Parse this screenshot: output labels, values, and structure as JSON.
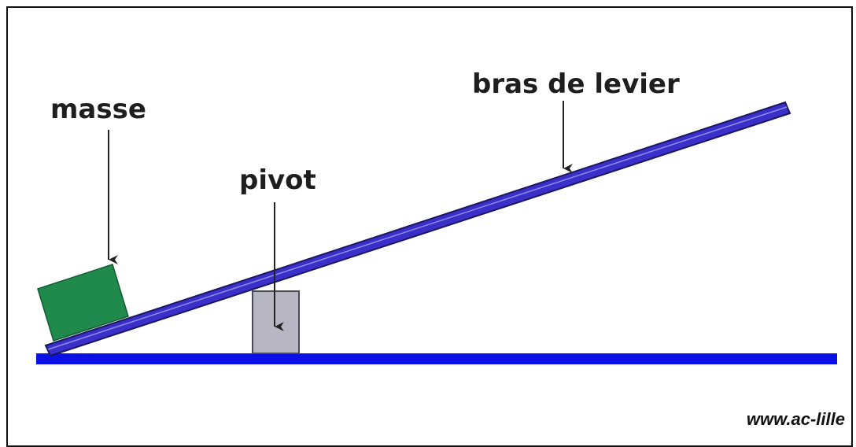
{
  "labels": {
    "mass": "masse",
    "pivot": "pivot",
    "lever_arm": "bras de levier"
  },
  "credit": "www.ac-lille",
  "colors": {
    "mass_block": "#1f8a4c",
    "lever_beam": "#3a2fc9",
    "ground_line": "#0a10e6",
    "pivot_block": "#b8b6c2"
  }
}
